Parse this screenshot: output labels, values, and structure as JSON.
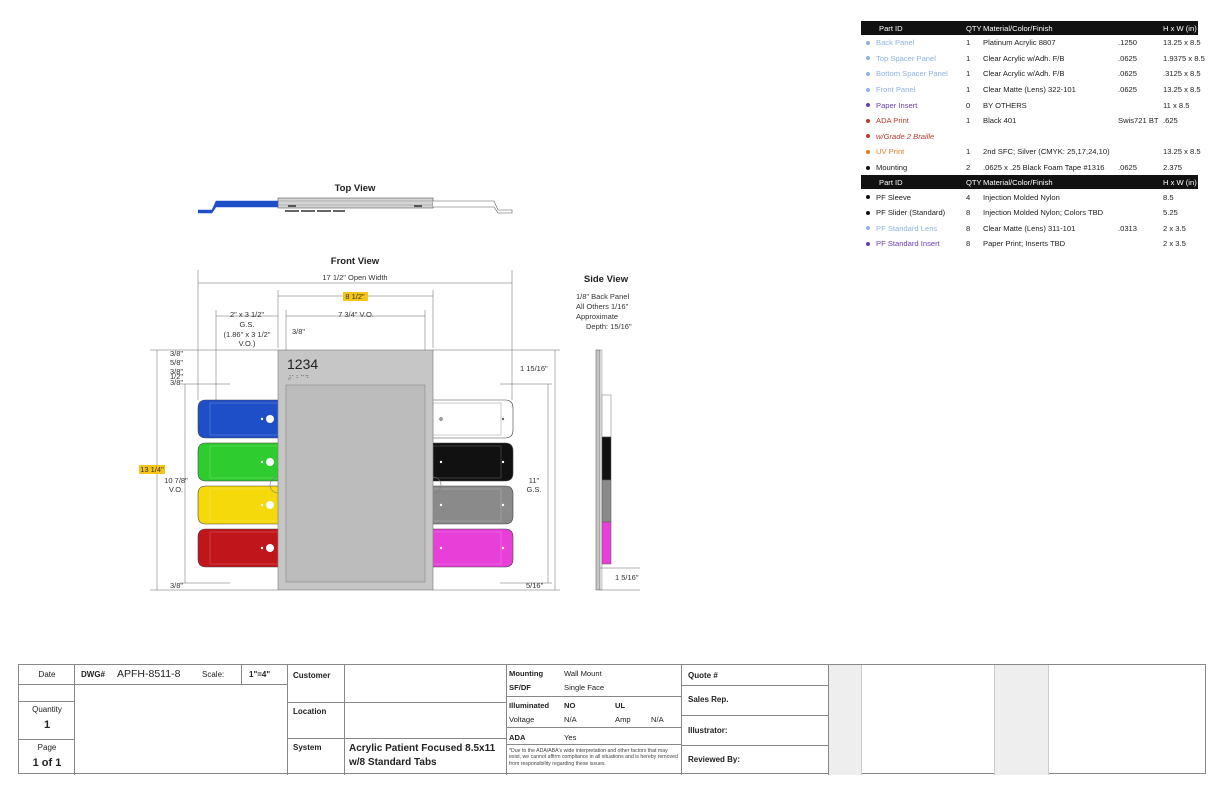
{
  "parts_table": {
    "headers": [
      "Part ID",
      "QTY",
      "Material/Color/Finish",
      "",
      "H x W (in)"
    ],
    "rows": [
      {
        "id": "Back Panel",
        "qty": "1",
        "material": "Platinum Acrylic 8807",
        "thk": ".1250",
        "size": "13.25 x 8.5",
        "color": "#8fb3e0"
      },
      {
        "id": "Top Spacer Panel",
        "qty": "1",
        "material": "Clear Acrylic w/Adh. F/B",
        "thk": ".0625",
        "size": "1.9375 x 8.5",
        "color": "#8fb3e0"
      },
      {
        "id": "Bottom Spacer Panel",
        "qty": "1",
        "material": "Clear Acrylic w/Adh. F/B",
        "thk": ".0625",
        "size": ".3125 x 8.5",
        "color": "#8fb3e0"
      },
      {
        "id": "Front Panel",
        "qty": "1",
        "material": "Clear Matte (Lens) 322-101",
        "thk": ".0625",
        "size": "13.25 x 8.5",
        "color": "#8fb3e0"
      },
      {
        "id": "Paper Insert",
        "qty": "0",
        "material": "BY OTHERS",
        "thk": "",
        "size": "11 x 8.5",
        "color": "#6a3fb0"
      },
      {
        "id": "ADA Print",
        "qty": "1",
        "material": "Black 401",
        "thk": "Swis721 BT",
        "size": ".625",
        "color": "#c0392b"
      },
      {
        "id": "w/Grade 2 Braille",
        "qty": "",
        "material": "",
        "thk": "",
        "size": "",
        "color": "#c0392b",
        "italic": true
      },
      {
        "id": "UV Print",
        "qty": "1",
        "material": "2nd SFC; Silver (CMYK: 25,17,24,10)",
        "thk": "",
        "size": "13.25 x 8.5",
        "color": "#e67e22"
      },
      {
        "id": "Mounting",
        "qty": "2",
        "material": ".0625 x .25 Black Foam Tape #1316",
        "thk": ".0625",
        "size": "2.375",
        "color": "#111111"
      }
    ],
    "headers2": [
      "Part ID",
      "QTY",
      "Material/Color/Finish",
      "",
      "H x W (in)"
    ],
    "rows2": [
      {
        "id": "PF Sleeve",
        "qty": "4",
        "material": "Injection Molded Nylon",
        "thk": "",
        "size": "8.5",
        "color": "#111111"
      },
      {
        "id": "PF Slider (Standard)",
        "qty": "8",
        "material": "Injection Molded Nylon; Colors TBD",
        "thk": "",
        "size": "5.25",
        "color": "#111111"
      },
      {
        "id": "PF Standard Lens",
        "qty": "8",
        "material": "Clear Matte (Lens) 311-101",
        "thk": ".0313",
        "size": "2 x 3.5",
        "color": "#8fb3e0"
      },
      {
        "id": "PF Standard Insert",
        "qty": "8",
        "material": "Paper Print; Inserts TBD",
        "thk": "",
        "size": "2 x 3.5",
        "color": "#6a3fb0"
      }
    ]
  },
  "views": {
    "top": "Top View",
    "front": "Front View",
    "side": "Side View"
  },
  "dims": {
    "open_width": "17 1/2\" Open Width",
    "width_85": "8 1/2\"",
    "vo_734": "7 3/4\" V.O.",
    "gs_tab_1": "2\" x 3 1/2\"",
    "gs_tab_2": "G.S.",
    "gs_tab_3": "(1.86\" x 3 1/2\"",
    "gs_tab_4": "V.O.)",
    "d38_top": "3/8\"",
    "left_stack": [
      "3/8\"",
      "5/8\"",
      "3/8\"",
      "1/2\"",
      "3/8\""
    ],
    "height_1314": "13 1/4\"",
    "vo_1078_a": "10 7/8\"",
    "vo_1078_b": "V.O.",
    "bottom_38": "3/8\"",
    "r_11516": "1 15/16\"",
    "r_11_a": "11\"",
    "r_11_b": "G.S.",
    "r_516": "5/16\"",
    "side_1516": "1 5/16\""
  },
  "side_notes": [
    "1/8\" Back Panel",
    "All Others 1/16\"",
    "Approximate",
    "Depth: 15/16\""
  ],
  "sign": {
    "number": "1234",
    "braille": "⠼⠁⠃⠉⠙"
  },
  "tab_colors": {
    "left": [
      "#1f4fc8",
      "#2ecc2e",
      "#f5d90a",
      "#c0161b"
    ],
    "right": [
      "#ffffff",
      "#111111",
      "#8a8a8a",
      "#e83fd8"
    ],
    "panel": "#c6c6c6",
    "insert": "#bcbcbc"
  },
  "title_block": {
    "date_label": "Date",
    "quantity_label": "Quantity",
    "quantity_value": "1",
    "page_label": "Page",
    "page_value": "1 of 1",
    "dwg_label": "DWG#",
    "dwg_value": "APFH-8511-8",
    "scale_label": "Scale:",
    "scale_value": "1\"=4\"",
    "customer_label": "Customer",
    "location_label": "Location",
    "system_label": "System",
    "system_value_1": "Acrylic Patient Focused 8.5x11",
    "system_value_2": "w/8 Standard Tabs",
    "mounting_label": "Mounting",
    "mounting_value": "Wall Mount",
    "sfdf_label": "SF/DF",
    "sfdf_value": "Single Face",
    "illuminated_label": "Illuminated",
    "illuminated_value": "NO",
    "ul_label": "UL",
    "voltage_label": "Voltage",
    "voltage_value": "N/A",
    "amp_label": "Amp",
    "amp_value": "N/A",
    "ada_label": "ADA",
    "ada_value": "Yes",
    "ada_note": "*Due to the ADA/ABA's wide interpretation and other factors that may exist, we cannot affirm compliance in all situations and is hereby removed from responsibility regarding these issues.",
    "quote_label": "Quote #",
    "sales_label": "Sales Rep.",
    "illustrator_label": "Illustrator:",
    "reviewed_label": "Reviewed By:"
  }
}
